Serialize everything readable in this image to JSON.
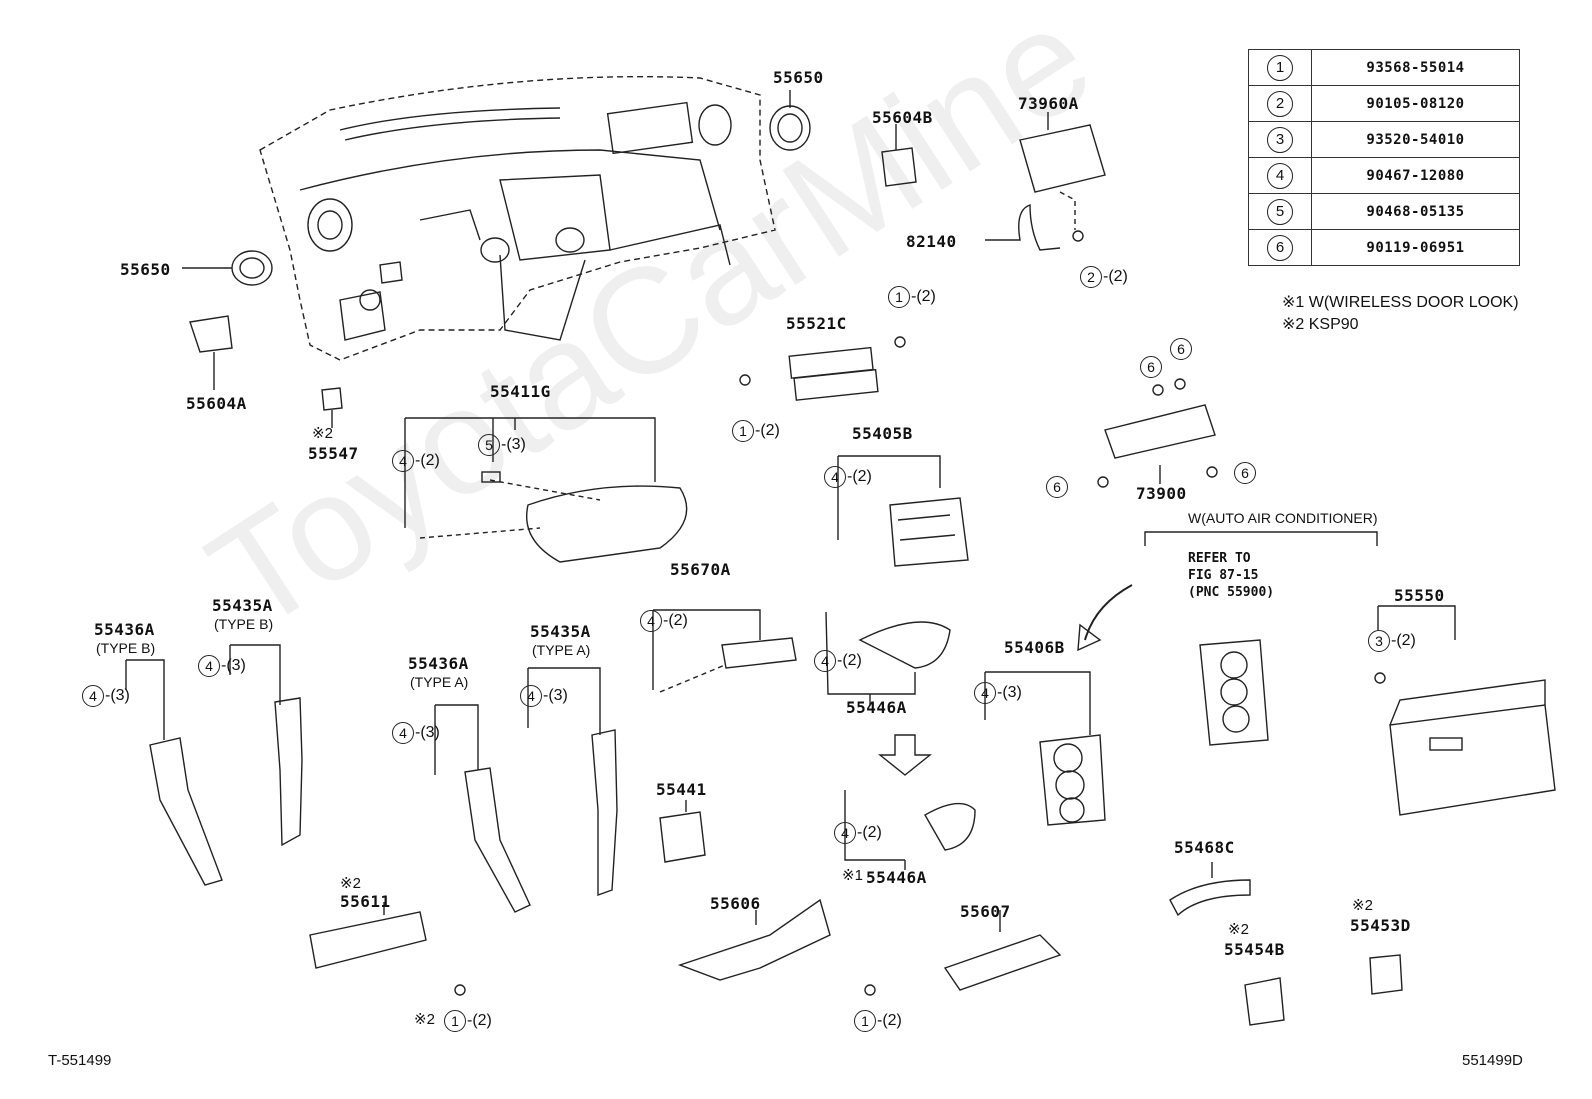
{
  "watermark": "ToyotaCarMine",
  "footer": {
    "left": "T-551499",
    "right": "551499D"
  },
  "legend": {
    "rows": [
      {
        "num": "1",
        "part": "93568-55014"
      },
      {
        "num": "2",
        "part": "90105-08120"
      },
      {
        "num": "3",
        "part": "93520-54010"
      },
      {
        "num": "4",
        "part": "90467-12080"
      },
      {
        "num": "5",
        "part": "90468-05135"
      },
      {
        "num": "6",
        "part": "90119-06951"
      }
    ],
    "note1": "※1 W(WIRELESS DOOR LOOK)",
    "note2": "※2 KSP90"
  },
  "auto_ac": {
    "title": "W(AUTO AIR CONDITIONER)",
    "refer": "REFER TO\nFIG 87-15\n(PNC 55900)"
  },
  "labels": {
    "p55650_top": "55650",
    "p55650_left": "55650",
    "p55604A": "55604A",
    "p55604B": "55604B",
    "p73960A": "73960A",
    "p82140": "82140",
    "p55521C": "55521C",
    "p55547": "55547",
    "p55547_mark": "※2",
    "p55411G": "55411G",
    "p55405B": "55405B",
    "p73900": "73900",
    "p55670A": "55670A",
    "p55436A_b": "55436A",
    "p55436A_b_type": "(TYPE B)",
    "p55435A_b": "55435A",
    "p55435A_b_type": "(TYPE B)",
    "p55436A_a": "55436A",
    "p55436A_a_type": "(TYPE A)",
    "p55435A_a": "55435A",
    "p55435A_a_type": "(TYPE A)",
    "p55446A_top": "55446A",
    "p55446A_bottom": "55446A",
    "p55446A_mark": "※1",
    "p55406B": "55406B",
    "p55550": "55550",
    "p55441": "55441",
    "p55611": "55611",
    "p55611_mark": "※2",
    "p55606": "55606",
    "p55607": "55607",
    "p55468C": "55468C",
    "p55454B": "55454B",
    "p55454B_mark": "※2",
    "p55453D": "55453D",
    "p55453D_mark": "※2",
    "bottom_mark": "※2"
  },
  "callouts": {
    "c_82140_2": {
      "num": "2",
      "qty": "-(2)"
    },
    "c_55521C_top": {
      "num": "1",
      "qty": "-(2)"
    },
    "c_55521C_bot": {
      "num": "1",
      "qty": "-(2)"
    },
    "c_55411G_4": {
      "num": "4",
      "qty": "-(2)"
    },
    "c_55411G_5": {
      "num": "5",
      "qty": "-(3)"
    },
    "c_55405B_4": {
      "num": "4",
      "qty": "-(2)"
    },
    "c_73900_6a": {
      "num": "6",
      "qty": ""
    },
    "c_73900_6b": {
      "num": "6",
      "qty": ""
    },
    "c_73900_6c": {
      "num": "6",
      "qty": ""
    },
    "c_73900_6d": {
      "num": "6",
      "qty": ""
    },
    "c_55670A_4": {
      "num": "4",
      "qty": "-(2)"
    },
    "c_55446A_top_4": {
      "num": "4",
      "qty": "-(2)"
    },
    "c_55446A_bot_4": {
      "num": "4",
      "qty": "-(2)"
    },
    "c_55436A_b_4": {
      "num": "4",
      "qty": "-(3)"
    },
    "c_55435A_b_4": {
      "num": "4",
      "qty": "-(3)"
    },
    "c_55436A_a_4": {
      "num": "4",
      "qty": "-(3)"
    },
    "c_55435A_a_4": {
      "num": "4",
      "qty": "-(3)"
    },
    "c_55406B_4": {
      "num": "4",
      "qty": "-(3)"
    },
    "c_55550_3": {
      "num": "3",
      "qty": "-(2)"
    },
    "c_55611_1": {
      "num": "1",
      "qty": "-(2)"
    },
    "c_55606_1": {
      "num": "1",
      "qty": "-(2)"
    }
  }
}
